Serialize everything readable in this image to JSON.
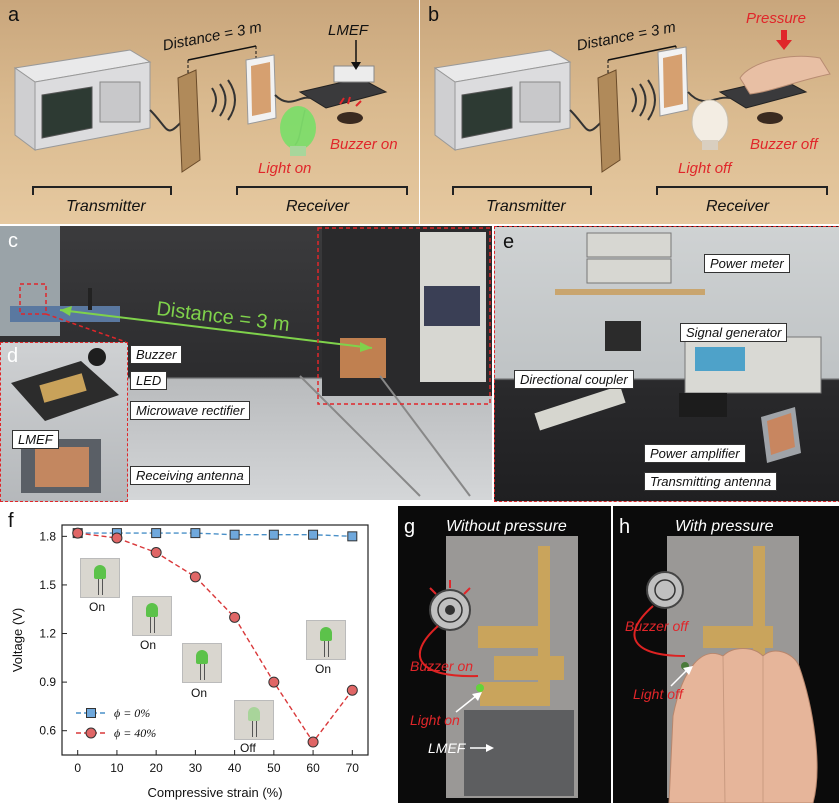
{
  "panel_a": {
    "label": "a",
    "distance": "Distance = 3 m",
    "lmef": "LMEF",
    "buzzer": "Buzzer on",
    "light": "Light on",
    "transmitter": "Transmitter",
    "receiver": "Receiver"
  },
  "panel_b": {
    "label": "b",
    "distance": "Distance = 3 m",
    "pressure": "Pressure",
    "buzzer": "Buzzer off",
    "light": "Light off",
    "transmitter": "Transmitter",
    "receiver": "Receiver"
  },
  "panel_c": {
    "label": "c",
    "distance": "Distance = 3 m"
  },
  "panel_d": {
    "label": "d",
    "buzzer": "Buzzer",
    "led": "LED",
    "rectifier": "Microwave rectifier",
    "lmef": "LMEF",
    "antenna": "Receiving antenna"
  },
  "panel_e": {
    "label": "e",
    "power_meter": "Power meter",
    "signal_generator": "Signal generator",
    "directional_coupler": "Directional coupler",
    "power_amplifier": "Power amplifier",
    "transmitting_antenna": "Transmitting antenna"
  },
  "panel_f": {
    "label": "f",
    "thumb_labels": [
      "On",
      "On",
      "On",
      "Off",
      "On"
    ],
    "colors": {
      "series0": "#6fa8dc",
      "series1": "#e06666",
      "series0_line": "#4a90c8",
      "series1_line": "#d9383a"
    }
  },
  "chart_data": {
    "type": "line",
    "xlabel": "Compressive strain (%)",
    "ylabel": "Voltage (V)",
    "x": [
      0,
      10,
      20,
      30,
      40,
      50,
      60,
      70
    ],
    "xlim": [
      -4,
      74
    ],
    "ylim": [
      0.45,
      1.87
    ],
    "xticks": [
      0,
      10,
      20,
      30,
      40,
      50,
      60,
      70
    ],
    "yticks": [
      0.6,
      0.9,
      1.2,
      1.5,
      1.8
    ],
    "ytick_labels": [
      "0.6",
      "0.9",
      "1.2",
      "1.5",
      "1.8"
    ],
    "legend_loc": "lower-left",
    "series": [
      {
        "name": "ϕ = 0%",
        "marker": "square",
        "values": [
          1.82,
          1.82,
          1.82,
          1.82,
          1.81,
          1.81,
          1.81,
          1.8
        ]
      },
      {
        "name": "ϕ = 40%",
        "marker": "circle",
        "values": [
          1.82,
          1.79,
          1.7,
          1.55,
          1.3,
          0.9,
          0.53,
          0.85
        ]
      }
    ]
  },
  "panel_g": {
    "label": "g",
    "title": "Without pressure",
    "buzzer": "Buzzer on",
    "light": "Light on",
    "lmef": "LMEF"
  },
  "panel_h": {
    "label": "h",
    "title": "With pressure",
    "buzzer": "Buzzer off",
    "light": "Light off"
  }
}
